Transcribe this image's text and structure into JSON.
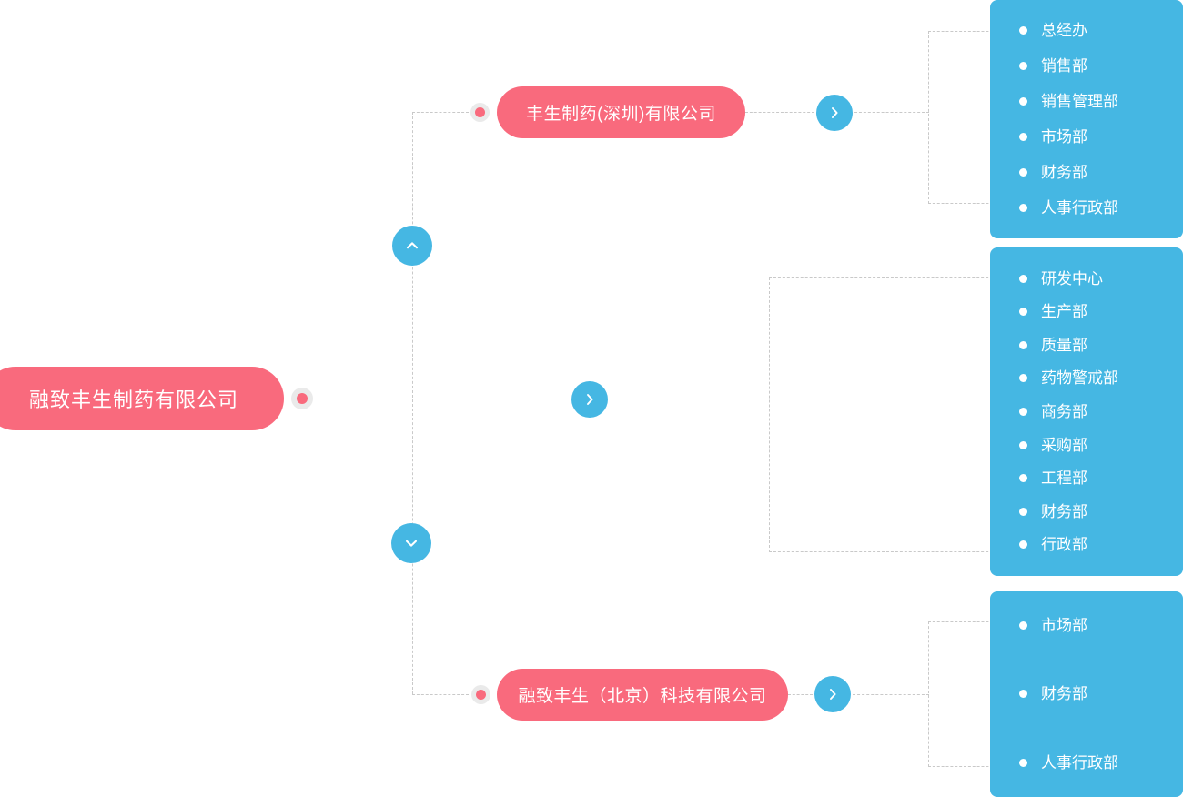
{
  "theme": {
    "node_pink": "#f96a7d",
    "panel_blue": "#45b7e3",
    "connector_gray": "#c9c9c9",
    "dot_ring_gray": "#eaeaea",
    "text_white": "#ffffff",
    "background": "#ffffff"
  },
  "root": {
    "label": "融致丰生制药有限公司"
  },
  "branches": [
    {
      "id": "shenzhen",
      "label": "丰生制药(深圳)有限公司",
      "has_node": true,
      "expand_icon": "chevron-right-icon",
      "departments": [
        "总经办",
        "销售部",
        "销售管理部",
        "市场部",
        "财务部",
        "人事行政部"
      ]
    },
    {
      "id": "middle",
      "label": "",
      "has_node": false,
      "expand_icon": "chevron-right-icon",
      "departments": [
        "研发中心",
        "生产部",
        "质量部",
        "药物警戒部",
        "商务部",
        "采购部",
        "工程部",
        "财务部",
        "行政部"
      ]
    },
    {
      "id": "beijing",
      "label": "融致丰生（北京）科技有限公司",
      "has_node": true,
      "expand_icon": "chevron-right-icon",
      "departments": [
        "市场部",
        "财务部",
        "人事行政部"
      ]
    }
  ],
  "controls": {
    "collapse_up": "chevron-up-icon",
    "collapse_down": "chevron-down-icon"
  }
}
